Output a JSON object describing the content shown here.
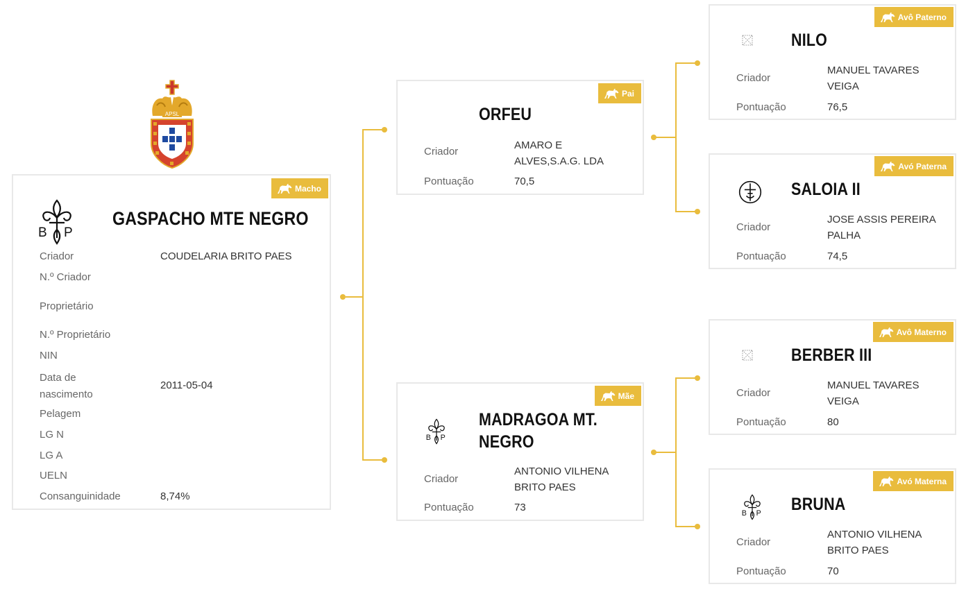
{
  "subject": {
    "badge": "Macho",
    "name": "GASPACHO MTE NEGRO",
    "logo_letters": "BP",
    "fields": [
      {
        "label": "Criador",
        "value": "COUDELARIA BRITO PAES"
      },
      {
        "label": "N.º Criador",
        "value": ""
      },
      {
        "label": "Proprietário",
        "value": ""
      },
      {
        "label": "N.º Proprietário",
        "value": ""
      },
      {
        "label": "NIN",
        "value": ""
      },
      {
        "label": "Data de nascimento",
        "value": "2011-05-04"
      },
      {
        "label": "Pelagem",
        "value": ""
      },
      {
        "label": "LG N",
        "value": ""
      },
      {
        "label": "LG A",
        "value": ""
      },
      {
        "label": "UELN",
        "value": ""
      },
      {
        "label": "Consanguinidade",
        "value": "8,74%"
      }
    ]
  },
  "labels": {
    "criador": "Criador",
    "pontuacao": "Pontuação"
  },
  "emblem": {
    "text": "APSL"
  },
  "parents": {
    "sire": {
      "badge": "Pai",
      "name": "ORFEU",
      "criador": "AMARO E ALVES,S.A.G. LDA",
      "pontuacao": "70,5"
    },
    "dam": {
      "badge": "Mãe",
      "name": "MADRAGOA MT. NEGRO",
      "criador": "ANTONIO VILHENA BRITO PAES",
      "pontuacao": "73",
      "logo_letters": "BP"
    }
  },
  "grandparents": {
    "paternal_grandsire": {
      "badge": "Avô Paterno",
      "name": "NILO",
      "criador": "MANUEL TAVARES VEIGA",
      "pontuacao": "76,5"
    },
    "paternal_granddam": {
      "badge": "Avó Paterna",
      "name": "SALOIA II",
      "criador": "JOSE ASSIS PEREIRA PALHA",
      "pontuacao": "74,5"
    },
    "maternal_grandsire": {
      "badge": "Avô Materno",
      "name": "BERBER III",
      "criador": "MANUEL TAVARES VEIGA",
      "pontuacao": "80"
    },
    "maternal_granddam": {
      "badge": "Avó Materna",
      "name": "BRUNA",
      "criador": "ANTONIO VILHENA BRITO PAES",
      "pontuacao": "70",
      "logo_letters": "BP"
    }
  },
  "colors": {
    "accent": "#e9bc3d",
    "border": "#e8e8e8",
    "text": "#333333",
    "label": "#666666"
  },
  "icons": {
    "badge": "horse-icon",
    "brand": "fleur-de-lis-brand-icon",
    "emblem": "apsl-emblem-icon",
    "alt_brand": "cross-circle-brand-icon",
    "placeholder": "brand-placeholder-icon"
  }
}
